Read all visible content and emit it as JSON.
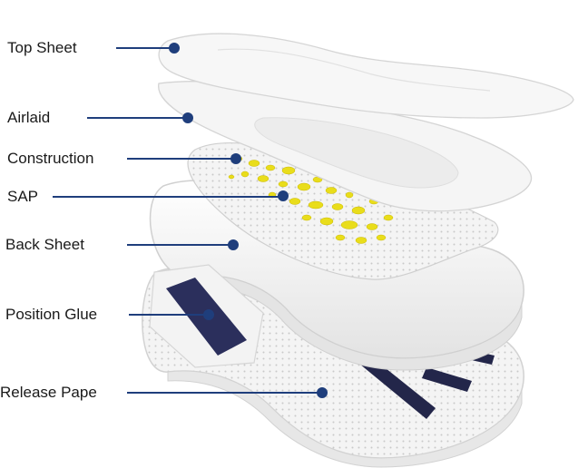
{
  "diagram": {
    "layers": [
      {
        "id": "top-sheet",
        "label": "Top Sheet"
      },
      {
        "id": "airlaid",
        "label": "Airlaid"
      },
      {
        "id": "construction",
        "label": "Construction"
      },
      {
        "id": "sap",
        "label": "SAP"
      },
      {
        "id": "back-sheet",
        "label": "Back Sheet"
      },
      {
        "id": "position-glue",
        "label": "Position Glue"
      },
      {
        "id": "release-paper",
        "label": "Release Pape"
      }
    ],
    "colors": {
      "leader": "#1f3e7c",
      "sap_dots": "#e9dd1b",
      "glue": "#2b2f5c",
      "layer_fill": "#f2f2f2",
      "layer_stroke": "#d6d6d6"
    }
  }
}
